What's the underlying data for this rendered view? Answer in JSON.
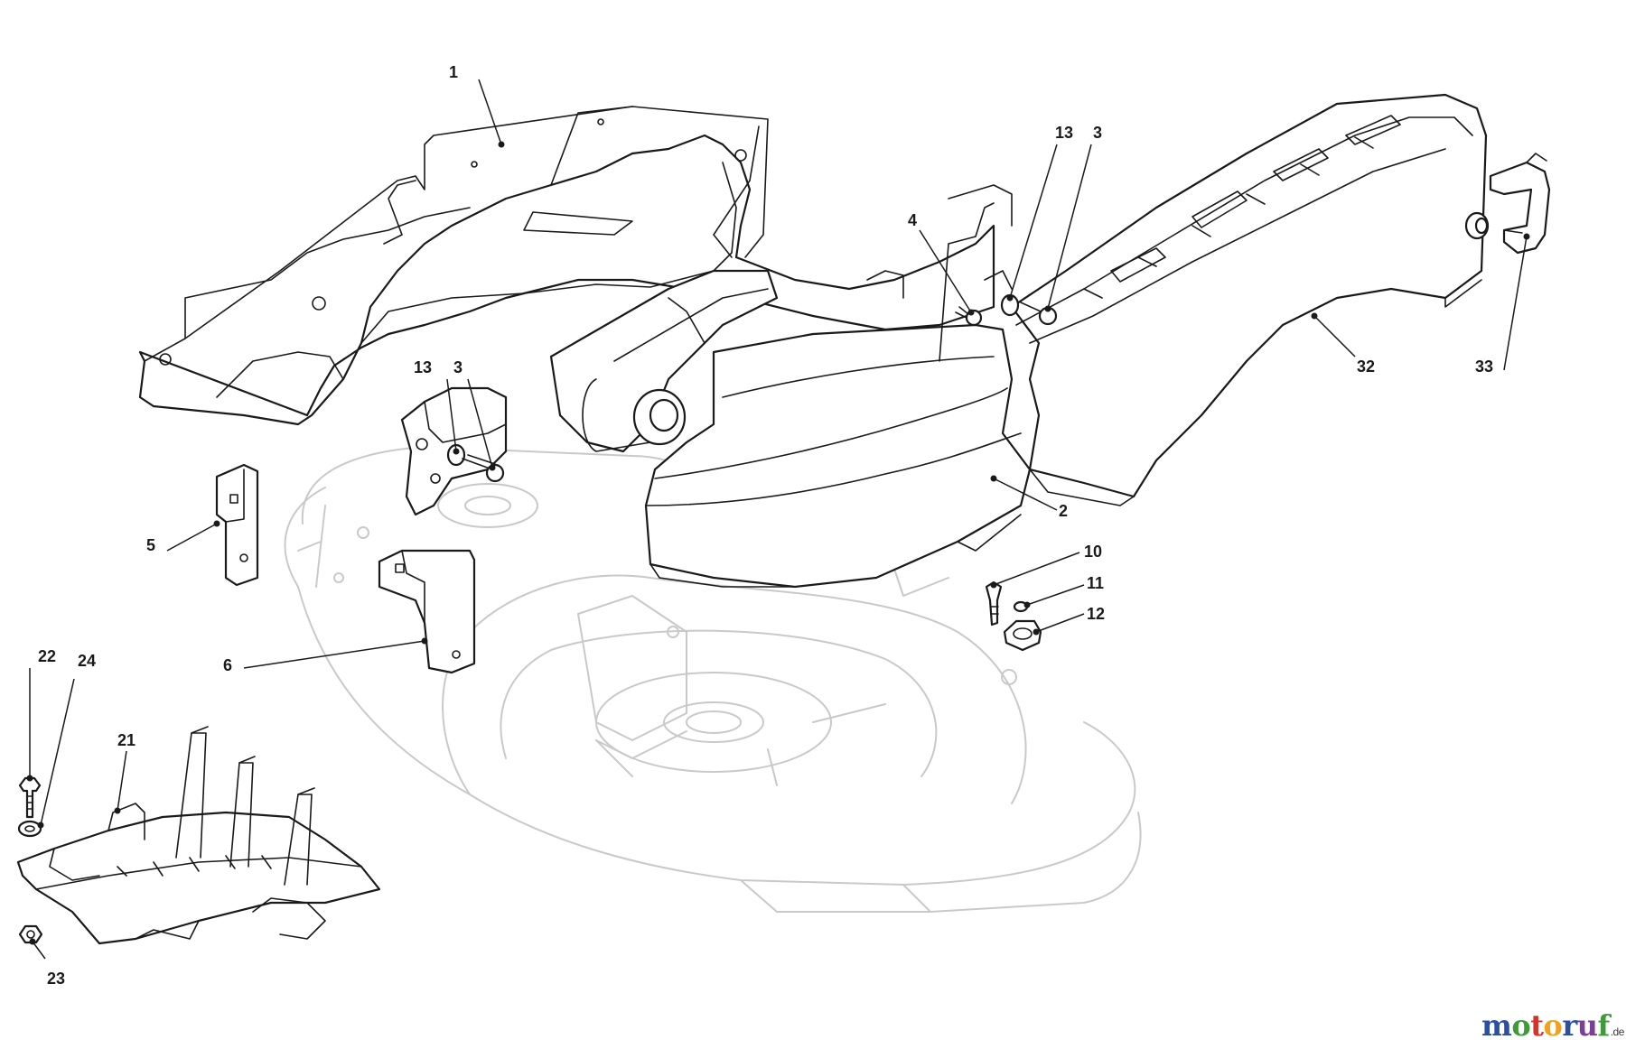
{
  "callouts": [
    {
      "id": "c1",
      "label": "1"
    },
    {
      "id": "c13a",
      "label": "13"
    },
    {
      "id": "c3a",
      "label": "3"
    },
    {
      "id": "c4",
      "label": "4"
    },
    {
      "id": "c13b",
      "label": "13"
    },
    {
      "id": "c3b",
      "label": "3"
    },
    {
      "id": "c5",
      "label": "5"
    },
    {
      "id": "c6",
      "label": "6"
    },
    {
      "id": "c2",
      "label": "2"
    },
    {
      "id": "c10",
      "label": "10"
    },
    {
      "id": "c11",
      "label": "11"
    },
    {
      "id": "c12",
      "label": "12"
    },
    {
      "id": "c32",
      "label": "32"
    },
    {
      "id": "c33",
      "label": "33"
    },
    {
      "id": "c22",
      "label": "22"
    },
    {
      "id": "c24",
      "label": "24"
    },
    {
      "id": "c21",
      "label": "21"
    },
    {
      "id": "c23",
      "label": "23"
    }
  ],
  "watermark": {
    "letters": [
      "m",
      "o",
      "t",
      "o",
      "r",
      "u",
      "f"
    ],
    "colors": [
      "#2b4fa3",
      "#3f9a3a",
      "#d6322a",
      "#f1a11c",
      "#2b4fa3",
      "#7b3f98",
      "#3f9a3a"
    ],
    "tld": ".de"
  }
}
